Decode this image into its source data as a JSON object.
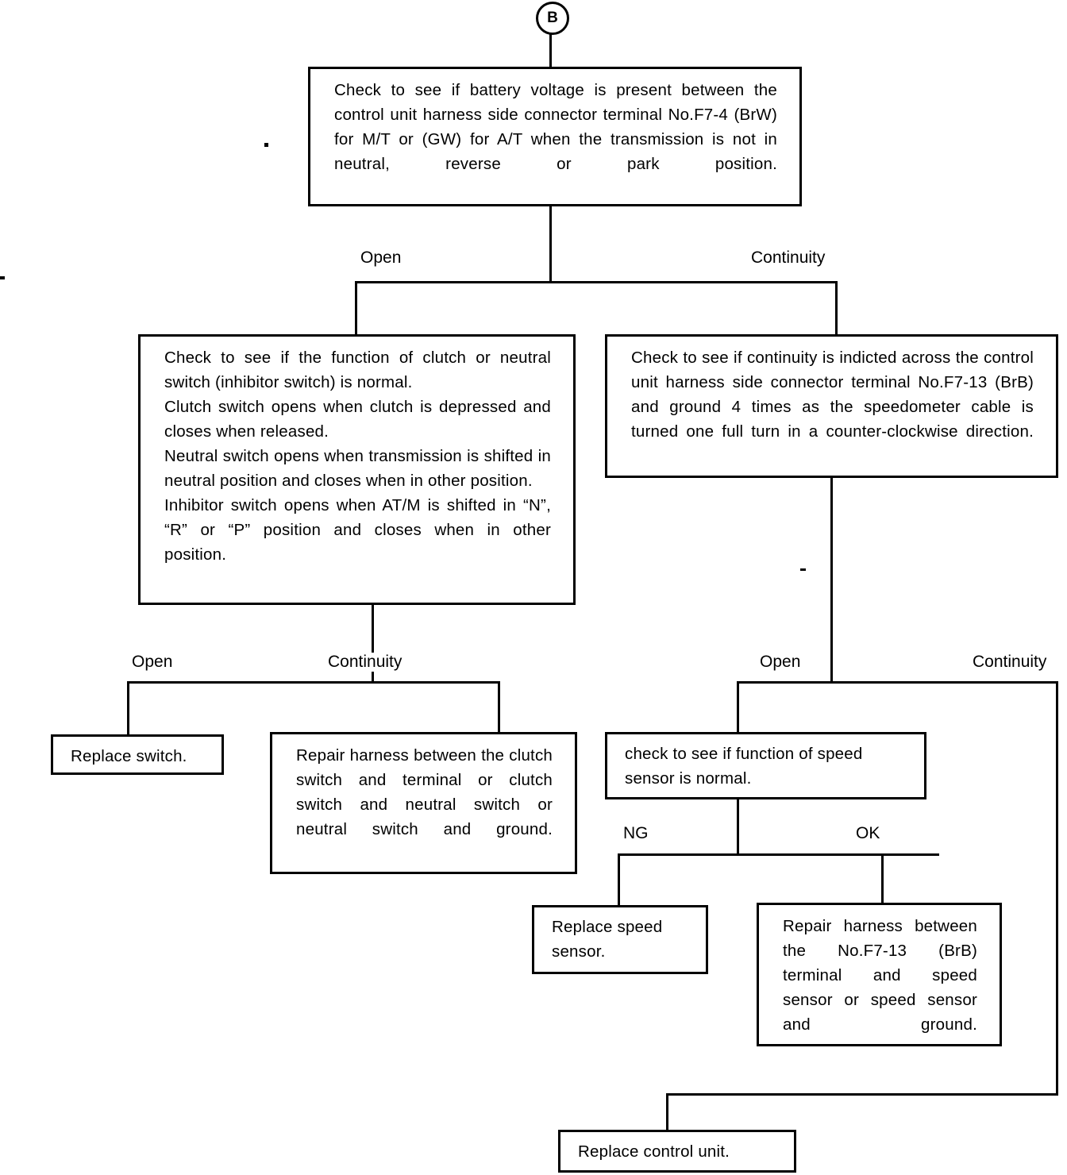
{
  "diagram": {
    "title": "Speed sensor / clutch-neutral switch diagnostic flowchart",
    "entry_marker": "B",
    "ink_color": "#000000",
    "background_color": "#ffffff"
  },
  "nodes": {
    "check_battery_voltage": "Check to see if battery voltage is present between the control unit harness side connector terminal No.F7-4 (BrW) for M/T or (GW) for A/T when the transmission is not in neutral, reverse or park position.",
    "check_clutch_neutral_switch": "Check to see if the function of clutch or neutral switch (inhibitor switch) is normal.\nClutch switch opens when clutch is depressed and closes when released.\nNeutral switch opens when transmission is shifted in neutral position and closes when in other position.\nInhibitor switch opens when AT/M is shifted in “N”, “R” or “P” position and closes when in other position.",
    "check_continuity_f713": "Check to see if continuity is indicted across the control unit harness side connector terminal No.F7-13 (BrB) and ground 4 times as the speedometer cable is turned one full turn in a counter-clockwise direction.",
    "replace_switch": "Replace switch.",
    "repair_harness_clutch": "Repair harness between the clutch switch and terminal or clutch switch and neutral switch or neutral switch and ground.",
    "check_speed_sensor": "check to see if function of speed sensor is normal.",
    "replace_speed_sensor": "Replace speed sensor.",
    "repair_harness_f713": "Repair harness between the No.F7-13 (BrB) terminal and speed sensor or speed sensor and ground.",
    "replace_control_unit": "Replace control unit."
  },
  "branch_labels": {
    "level1_open": "Open",
    "level1_continuity": "Continuity",
    "level2_left_open": "Open",
    "level2_left_continuity": "Continuity",
    "level2_right_open": "Open",
    "level2_right_continuity": "Continuity",
    "level3_ng": "NG",
    "level3_ok": "OK"
  }
}
